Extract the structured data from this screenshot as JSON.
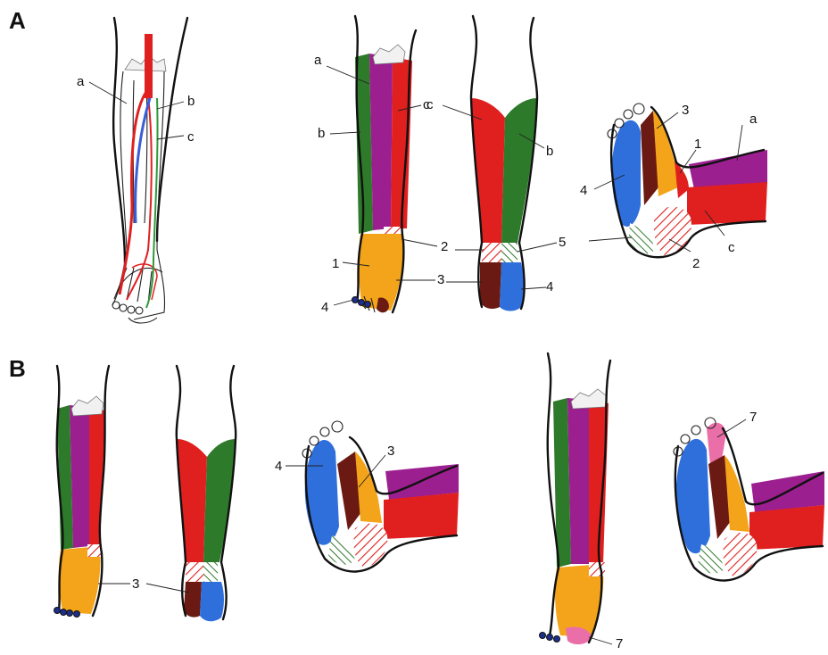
{
  "panels": {
    "A": {
      "label": "A",
      "vessel_labels": [
        "a",
        "b",
        "c"
      ],
      "front_view": {
        "a": "a",
        "b": "b",
        "c": "c",
        "n1": "1",
        "n2": "2",
        "n3": "3",
        "n4": "4"
      },
      "back_view": {
        "c": "c",
        "b": "b",
        "n2": "2",
        "n3": "3",
        "n4": "4",
        "n5": "5"
      },
      "foot_view": {
        "n3": "3",
        "n1": "1",
        "a": "a",
        "n4": "4",
        "c": "c",
        "n2": "2"
      }
    },
    "B": {
      "label": "B",
      "back_view": {
        "n3": "3"
      },
      "foot_view": {
        "n4": "4",
        "n3": "3"
      },
      "front_view_2": {
        "n7": "7"
      },
      "foot_view_2": {
        "n7": "7"
      }
    }
  },
  "colors": {
    "outline": "#111111",
    "green": "#2e7a2b",
    "purple": "#9b1f8f",
    "red": "#e0201f",
    "orange": "#f4a41a",
    "dark_brown": "#6a1a12",
    "blue": "#2f6fdc",
    "pink": "#ea6fa8",
    "artery_red": "#e02020",
    "vein_blue": "#3a5fd8",
    "nerve_green": "#2f9a3a"
  }
}
